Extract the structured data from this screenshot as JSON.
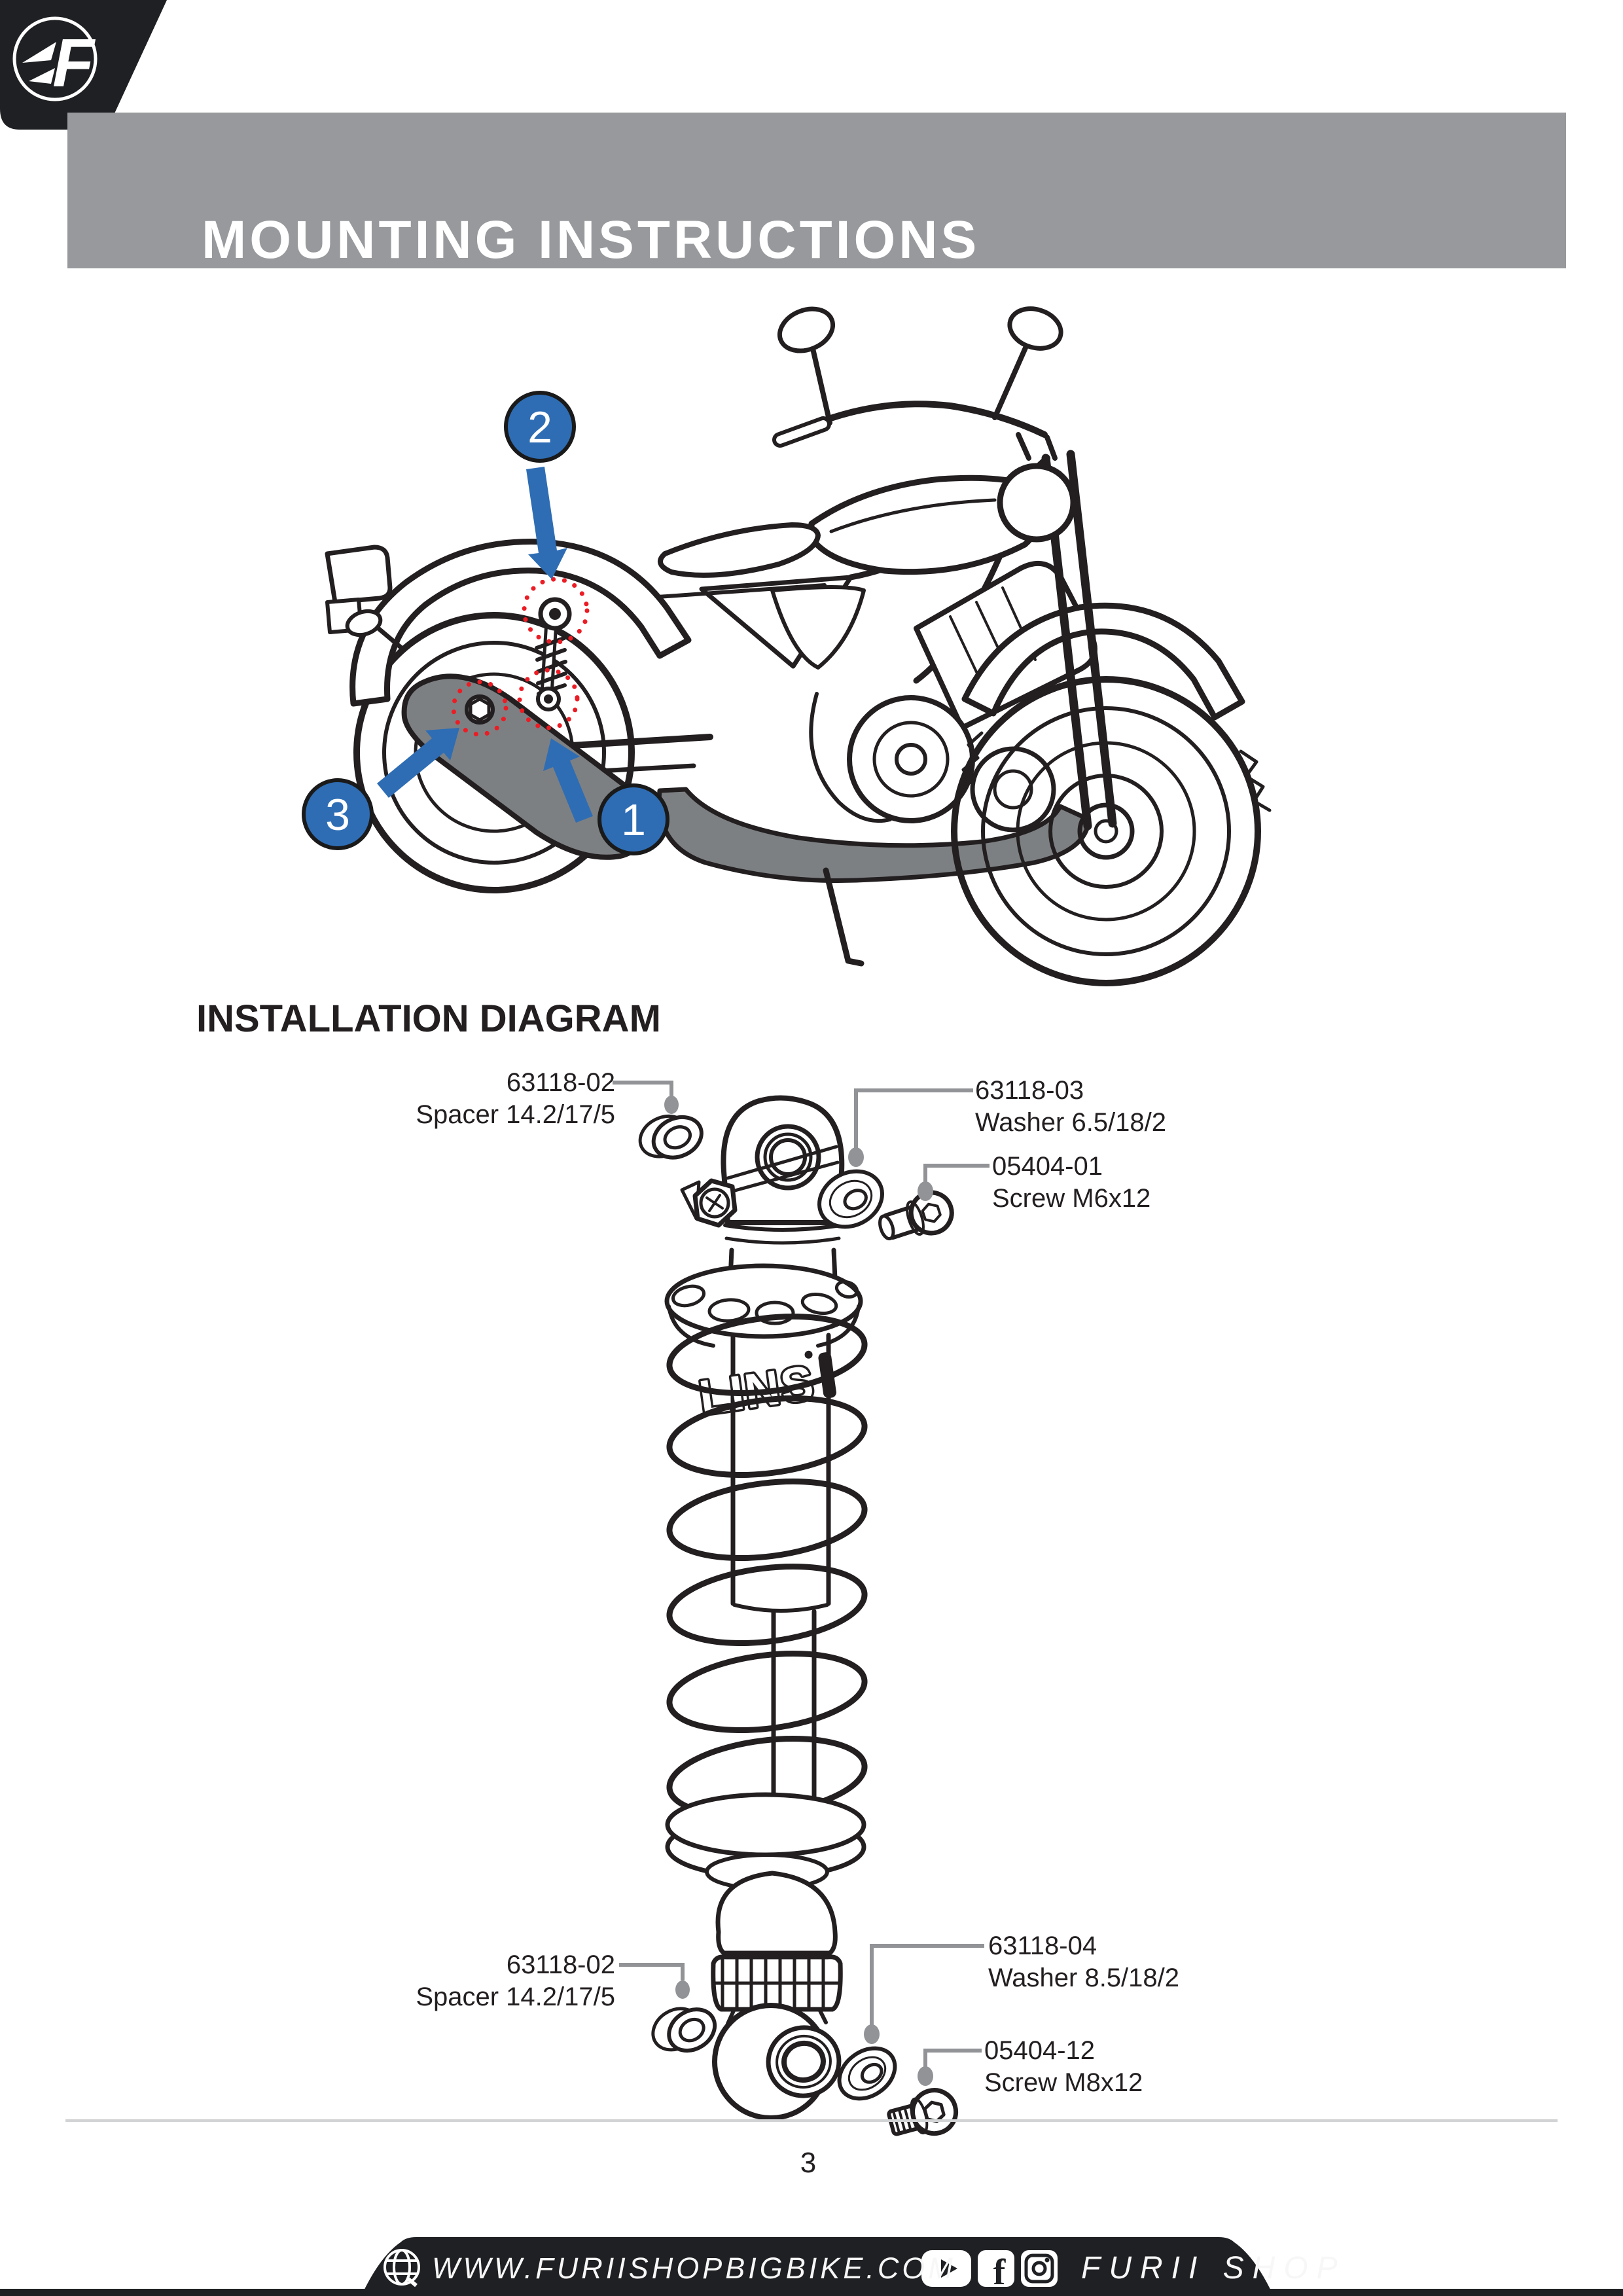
{
  "header": {
    "title": "MOUNTING INSTRUCTIONS"
  },
  "brand": {
    "logo_letter": "F"
  },
  "sections": {
    "installation": "INSTALLATION DIAGRAM"
  },
  "mounting_points": [
    {
      "number": "1"
    },
    {
      "number": "2"
    },
    {
      "number": "3"
    }
  ],
  "shock": {
    "decal_text": "LINS"
  },
  "parts": [
    {
      "code": "63118-02",
      "name": "Spacer 14.2/17/5"
    },
    {
      "code": "63118-03",
      "name": "Washer 6.5/18/2"
    },
    {
      "code": "05404-01",
      "name": "Screw M6x12"
    },
    {
      "code": "63118-02",
      "name": "Spacer 14.2/17/5"
    },
    {
      "code": "63118-04",
      "name": "Washer 8.5/18/2"
    },
    {
      "code": "05404-12",
      "name": "Screw M8x12"
    }
  ],
  "page": {
    "number": "3"
  },
  "footer": {
    "url": "WWW.FURIISHOPBIGBIKE.COM",
    "shop": "FURII SHOP",
    "icons": [
      "globe-icon",
      "youtube-icon",
      "facebook-icon",
      "instagram-icon"
    ]
  },
  "colors": {
    "accent_blue": "#2e6db4",
    "red_marker": "#ec1c24",
    "header_gray": "#97999c",
    "leader_gray": "#919396",
    "footer_black": "#1f2023",
    "ink": "#231f20",
    "exhaust_gray": "#7d8083"
  }
}
